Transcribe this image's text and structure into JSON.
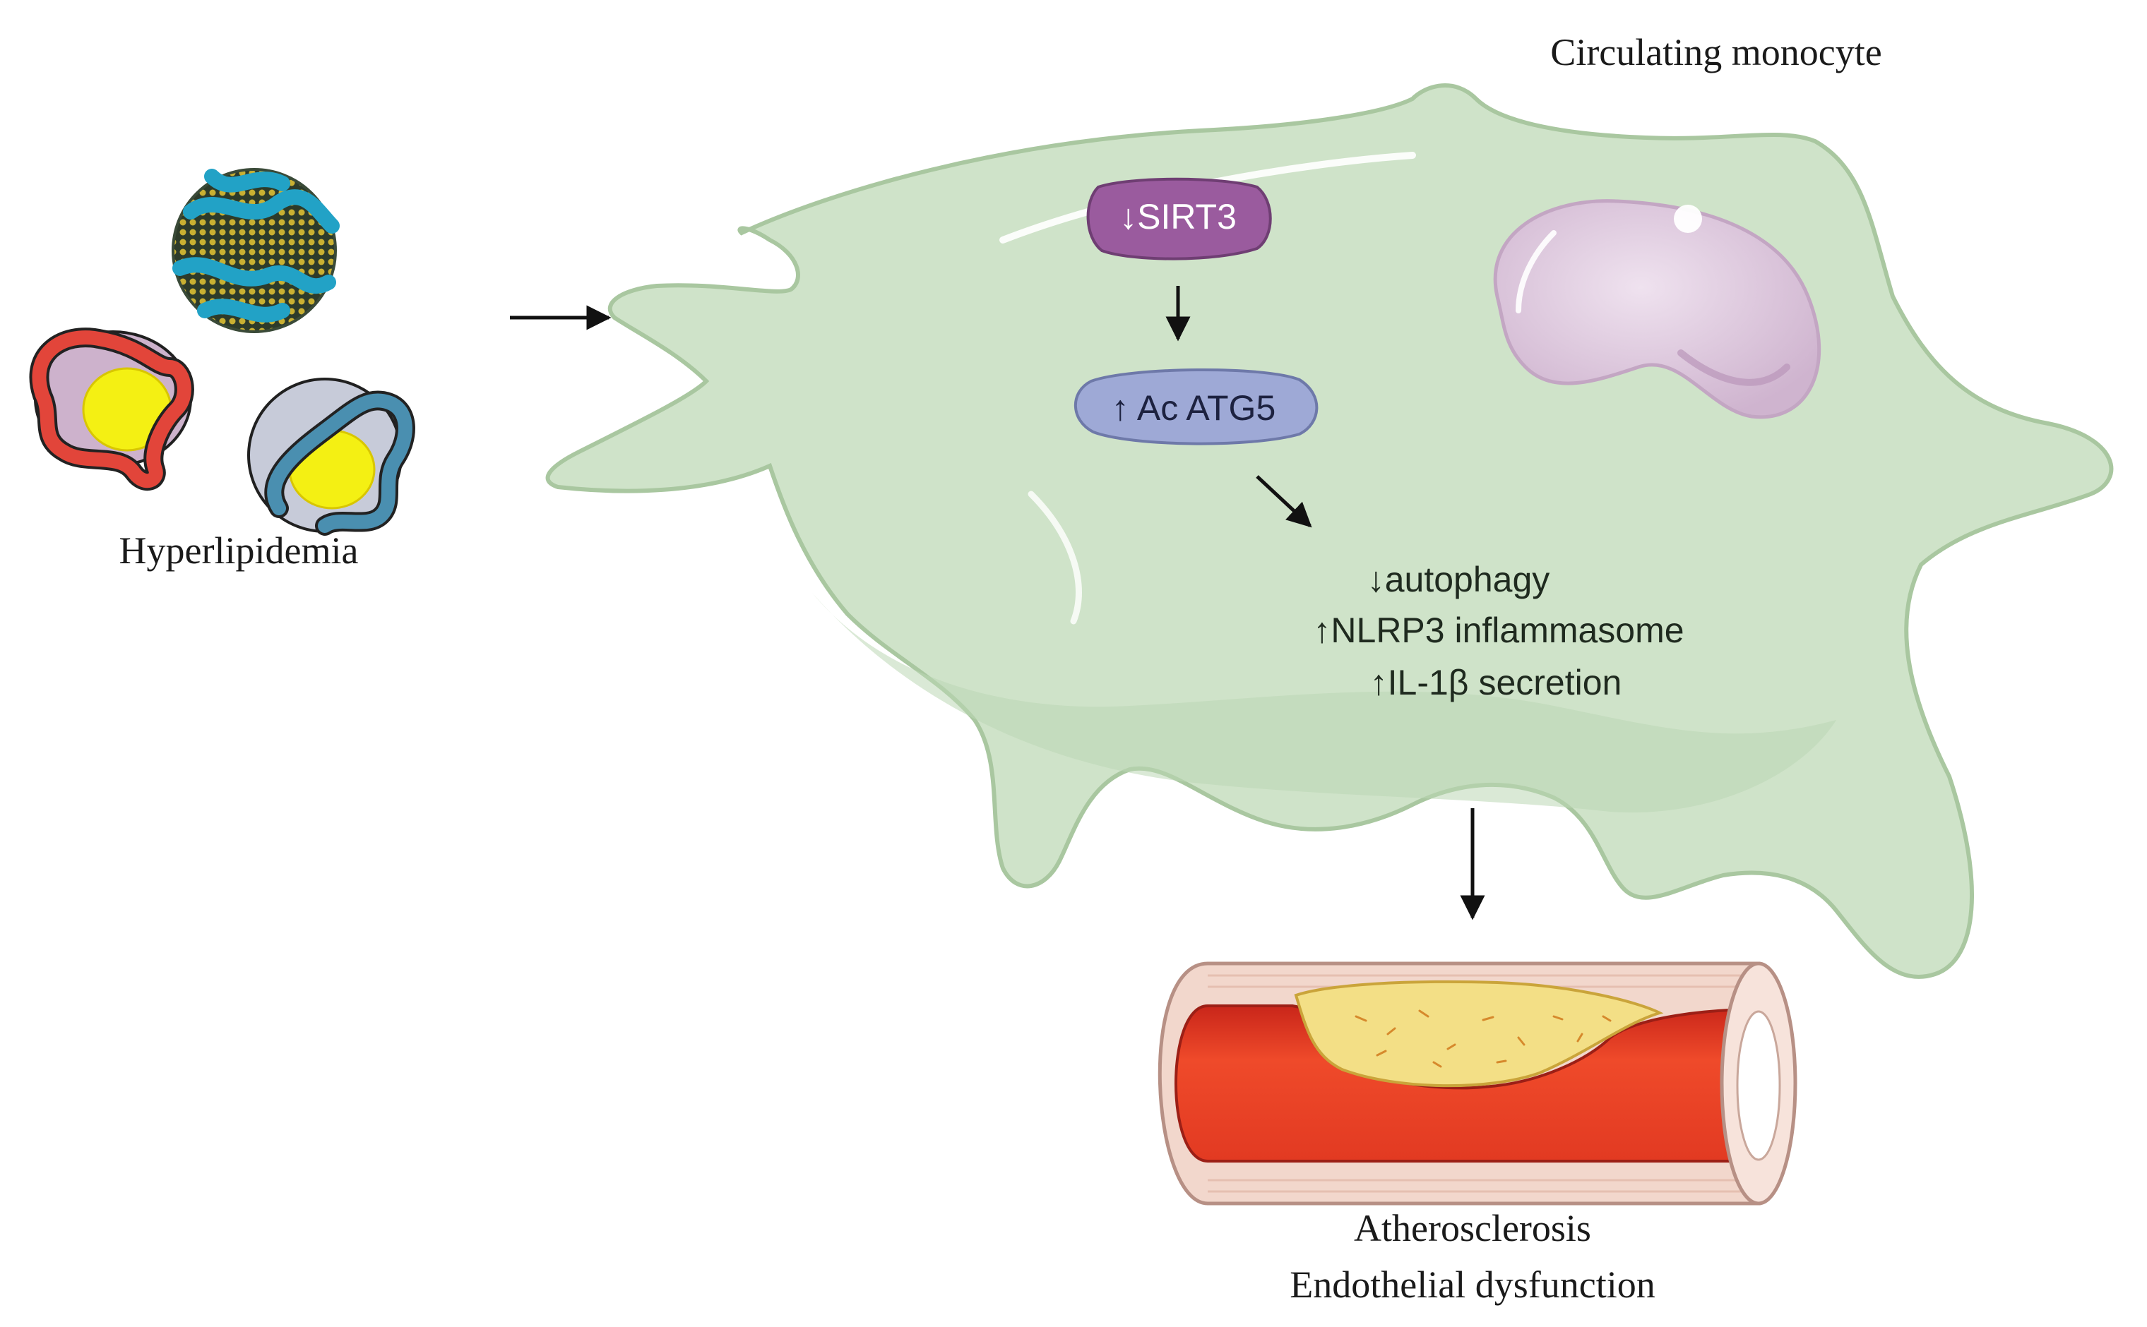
{
  "labels": {
    "cell_title": "Circulating monocyte",
    "source": "Hyperlipidemia",
    "outcome_line1": "Atherosclerosis",
    "outcome_line2": "Endothelial dysfunction"
  },
  "pathway": {
    "sirt3": "↓SIRT3",
    "atg5": "↑ Ac ATG5",
    "effects": [
      "↓autophagy",
      "↑NLRP3 inflammasome",
      "↑IL-1β secretion"
    ]
  },
  "colors": {
    "cell_fill": "#cfe3c9",
    "cell_stroke": "#a9c7a0",
    "nucleus": "#e3d0e2",
    "sirt3_fill": "#9a5b9e",
    "atg5_fill": "#9ea9d6",
    "blood": "#e53a22",
    "plaque": "#f3df86",
    "vessel_wall": "#f2d7cc"
  },
  "icons": [
    "lipoprotein-particle-icon",
    "lipoprotein-red-icon",
    "lipoprotein-blue-icon",
    "monocyte-cell-icon",
    "nucleus-icon",
    "artery-plaque-icon"
  ]
}
